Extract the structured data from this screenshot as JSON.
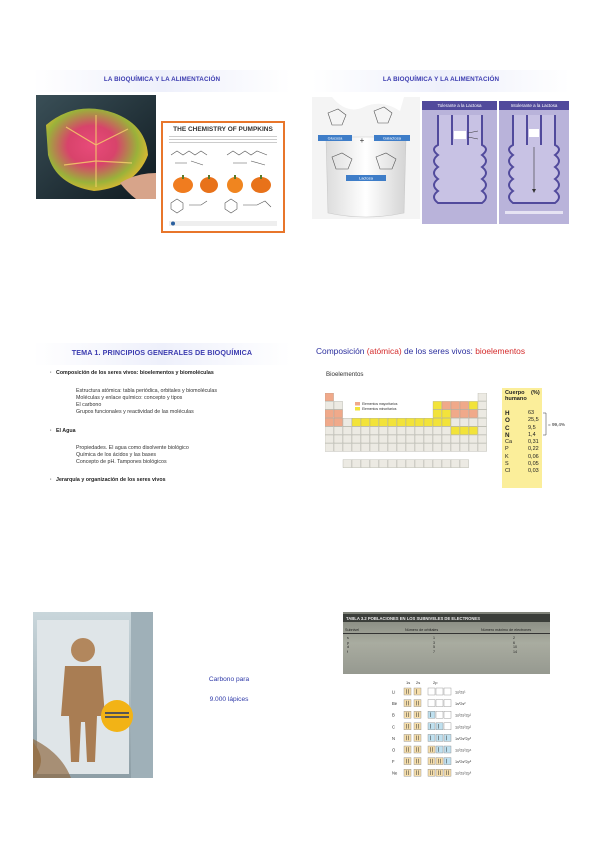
{
  "slide1": {
    "title": "LA BIOQUÍMICA Y LA ALIMENTACIÓN",
    "poster_title": "THE CHEMISTRY OF PUMPKINS"
  },
  "slide2": {
    "title": "LA BIOQUÍMICA Y LA ALIMENTACIÓN",
    "labels": {
      "glucosa": "Glucosa",
      "galactosa": "Galactosa",
      "lactosa": "Lactosa",
      "tolerante": "Tolerante a la Lactosa",
      "intolerante": "Intolerante a la Lactosa"
    }
  },
  "slide3": {
    "title": "TEMA 1. PRINCIPIOS GENERALES DE BIOQUÍMICA",
    "sections": [
      {
        "heading": "Composición de los seres vivos: bioelementos y biomoléculas",
        "items": [
          "Estructura atómica: tabla periódica, orbitales y biomoléculas",
          "Moléculas y enlace químico: concepto y tipos",
          "El carbono",
          "Grupos funcionales y reactividad de las moléculas"
        ]
      },
      {
        "heading": "El Agua",
        "items": [
          "Propiedades. El agua como disolvente biológico",
          "Química de los ácidos y las bases",
          "Concepto de pH. Tampones biológicos"
        ]
      },
      {
        "heading": "Jerarquía y organización de los seres vivos",
        "items": []
      }
    ]
  },
  "slide4": {
    "title_part1": "Composición ",
    "title_part2": "(atómica)",
    "title_part3": " de los seres vivos: ",
    "title_part4": "bioelementos",
    "subtitle": "Bioelementos",
    "legend": [
      "Elementos mayoritarios",
      "Elementos minoritarios"
    ],
    "table_header": "Cuerpo humano",
    "table_unit": "(%)",
    "elements": [
      {
        "symbol": "H",
        "value": "63"
      },
      {
        "symbol": "O",
        "value": "25,5"
      },
      {
        "symbol": "C",
        "value": "9,5"
      },
      {
        "symbol": "N",
        "value": "1,4"
      },
      {
        "symbol": "Ca",
        "value": "0,31"
      },
      {
        "symbol": "P",
        "value": "0,22"
      },
      {
        "symbol": "K",
        "value": "0,06"
      },
      {
        "symbol": "S",
        "value": "0,05"
      },
      {
        "symbol": "Cl",
        "value": "0,03"
      }
    ],
    "sum_label": "= 99,4%"
  },
  "slide5": {
    "line1": "Carbono para",
    "line2": "9.000 lápices"
  },
  "slide6": {
    "table_title": "TABLA 3.2 POBLACIONES EN LOS SUBNIVELES DE ELECTRONES",
    "col1": "Subnivel",
    "col2": "Número de orbitales",
    "col3": "Número máximo de electrones",
    "rows": [
      {
        "s": "s",
        "n": "1",
        "m": "2"
      },
      {
        "s": "p",
        "n": "3",
        "m": "6"
      },
      {
        "s": "d",
        "n": "5",
        "m": "10"
      },
      {
        "s": "f",
        "n": "7",
        "m": "14"
      }
    ],
    "orbital_headers": [
      "1s",
      "2s",
      "2p"
    ],
    "orbital_rows": [
      {
        "el": "Li",
        "conf": "1s²2s¹"
      },
      {
        "el": "Be",
        "conf": "1s²2s²"
      },
      {
        "el": "B",
        "conf": "1s²2s²2p¹"
      },
      {
        "el": "C",
        "conf": "1s²2s²2p²"
      },
      {
        "el": "N",
        "conf": "1s²2s²2p³"
      },
      {
        "el": "O",
        "conf": "1s²2s²2p⁴"
      },
      {
        "el": "F",
        "conf": "1s²2s²2p⁵"
      },
      {
        "el": "Ne",
        "conf": "1s²2s²2p⁶"
      }
    ]
  }
}
